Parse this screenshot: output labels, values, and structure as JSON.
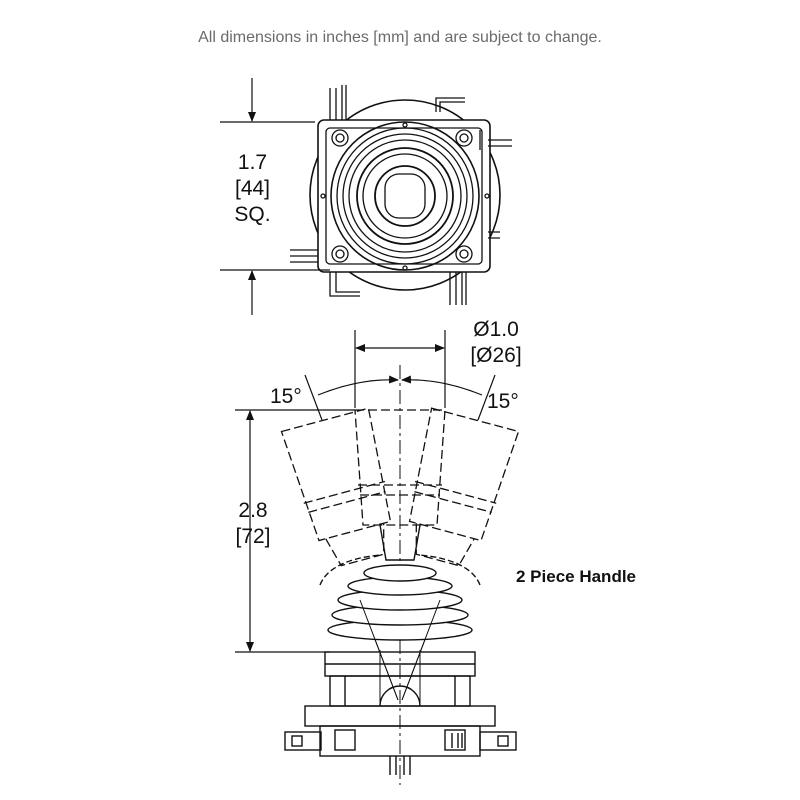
{
  "header": {
    "note": "All dimensions in inches [mm] and are subject to change."
  },
  "top_view": {
    "dim_in": "1.7",
    "dim_mm": "[44]",
    "dim_suffix": "SQ."
  },
  "side_view": {
    "diameter_in": "Ø1.0",
    "diameter_mm": "[Ø26]",
    "angle_left": "15°",
    "angle_right": "15°",
    "height_in": "2.8",
    "height_mm": "[72]",
    "handle_label": "2 Piece Handle"
  }
}
